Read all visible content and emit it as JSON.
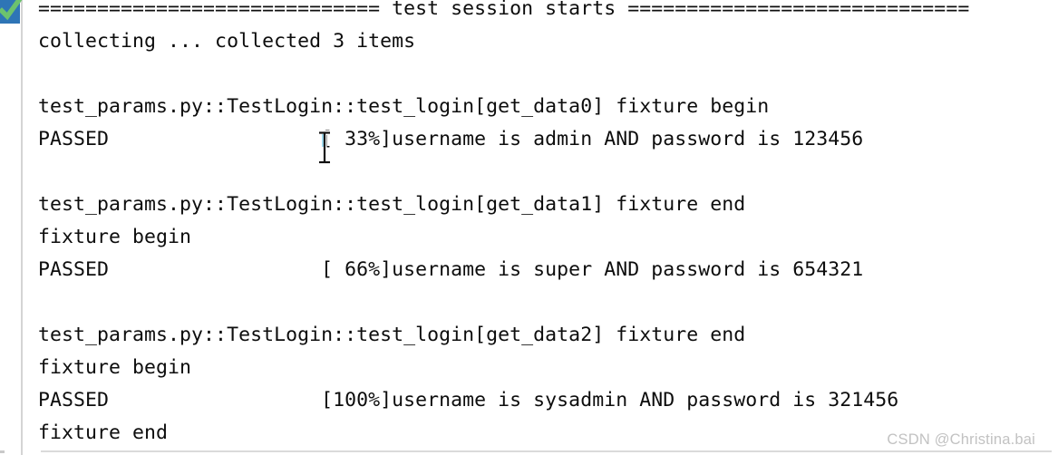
{
  "colors": {
    "background": "#ffffff",
    "text": "#0d0d0d",
    "status_icon_blue": "#2e75b6",
    "status_icon_green": "#6cc26e",
    "gutter_line": "#d4d4d4",
    "separator": "#dadada",
    "watermark": "#c2c2c2",
    "cursor_highlight": "#9fd9ee"
  },
  "gutter": {
    "status_icon": "checkmark-icon"
  },
  "console": {
    "lines": [
      "============================= test session starts =============================",
      "collecting ... collected 3 items",
      "",
      "test_params.py::TestLogin::test_login[get_data0] fixture begin",
      "PASSED                  [ 33%]username is admin AND password is 123456",
      "",
      "test_params.py::TestLogin::test_login[get_data1] fixture end",
      "fixture begin",
      "PASSED                  [ 66%]username is super AND password is 654321",
      "",
      "test_params.py::TestLogin::test_login[get_data2] fixture end",
      "fixture begin",
      "PASSED                  [100%]username is sysadmin AND password is 321456",
      "fixture end"
    ]
  },
  "watermark": {
    "text": "CSDN @Christina.bai"
  }
}
